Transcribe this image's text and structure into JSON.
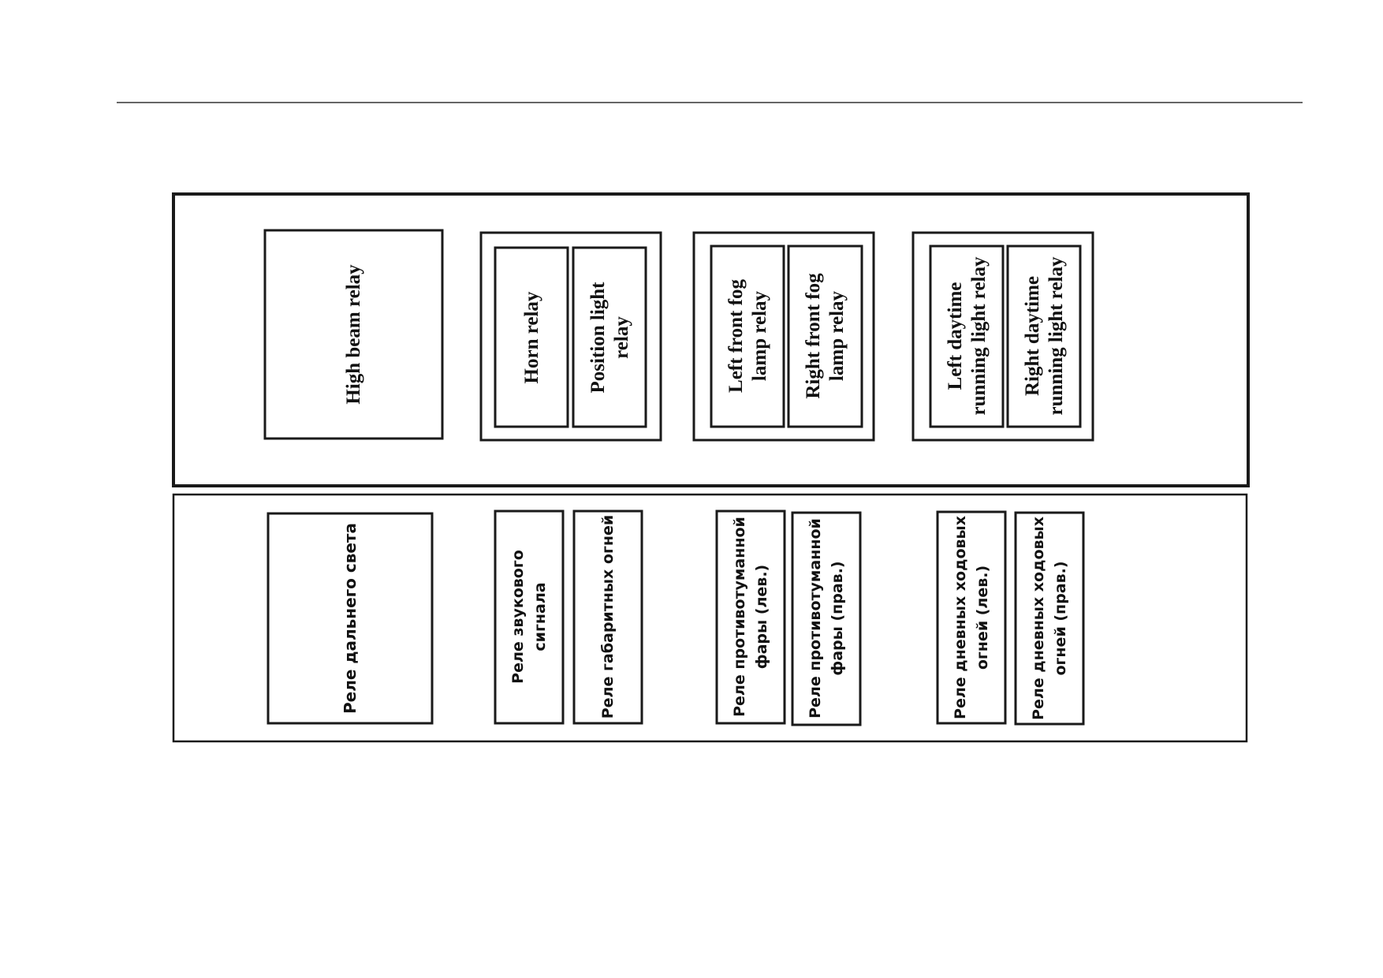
{
  "top_panel": {
    "high_beam": [
      "High beam relay"
    ],
    "horn": [
      "Horn relay"
    ],
    "position": [
      "Position light",
      "relay"
    ],
    "fog_left": [
      "Left front fog",
      "lamp relay"
    ],
    "fog_right": [
      "Right front fog",
      "lamp relay"
    ],
    "drl_left": [
      "Left daytime",
      "running light relay"
    ],
    "drl_right": [
      "Right daytime",
      "running light relay"
    ]
  },
  "bottom_panel": {
    "high_beam": [
      "Реле дальнего света"
    ],
    "horn": [
      "Реле звукового",
      "сигнала"
    ],
    "position": [
      "Реле габаритных огней"
    ],
    "fog_left": [
      "Реле противотуманной",
      "фары (лев.)"
    ],
    "fog_right": [
      "Реле противотуманной",
      "фары (прав.)"
    ],
    "drl_left": [
      "Реле дневных ходовых",
      "огней (лев.)"
    ],
    "drl_right": [
      "Реле дневных ходовых",
      "огней (прав.)"
    ]
  }
}
